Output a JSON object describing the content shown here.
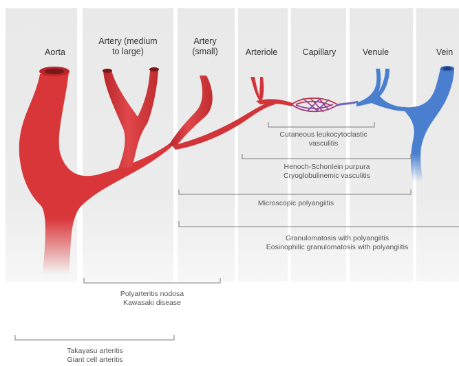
{
  "headings": {
    "aorta": "Aorta",
    "artery_medium_large": "Artery (medium\nto large)",
    "artery_small": "Artery\n(small)",
    "arteriole": "Arteriole",
    "capillary": "Capillary",
    "venule": "Venule",
    "vein": "Vein"
  },
  "ranges": {
    "cutaneous": "Cutaneous leukocytoclastic\nvasculitis",
    "henoch": "Henoch-Schonlein purpura\nCryoglobulinemic vasculitis",
    "microscopic": "Microscopic polyangiitis",
    "granulomatosis": "Granulomatosis with polyangiitis\nEosinophilic granulomatosis with polyangiitis",
    "polyarteritis": "Polyarteritis nodosa\nKawasaki disease",
    "takayasu": "Takayasu arteritis\nGiant cell arteritis"
  },
  "colors": {
    "artery": "#d9363a",
    "artery_dark": "#b8262b",
    "vein": "#4a7fd0",
    "vein_dark": "#3563b3",
    "bracket": "#7a7a7a"
  }
}
